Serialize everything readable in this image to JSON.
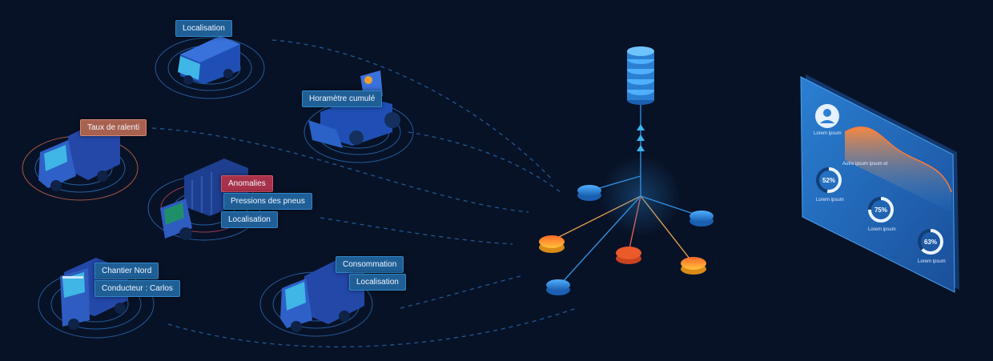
{
  "vehicles": [
    {
      "id": "van-top",
      "tags": [
        {
          "text": "Localisation",
          "color": "blue"
        }
      ]
    },
    {
      "id": "loader",
      "tags": [
        {
          "text": "Horamètre cumulé",
          "color": "blue"
        }
      ]
    },
    {
      "id": "box-truck-left",
      "tags": [
        {
          "text": "Taux de ralenti",
          "color": "orange"
        }
      ]
    },
    {
      "id": "dump-truck",
      "tags": [
        {
          "text": "Anomalies",
          "color": "red"
        },
        {
          "text": "Pressions des pneus",
          "color": "blue"
        },
        {
          "text": "Localisation",
          "color": "blue"
        }
      ]
    },
    {
      "id": "semi-truck",
      "tags": [
        {
          "text": "Chantier Nord",
          "color": "blue"
        },
        {
          "text": "Conducteur : Carlos",
          "color": "blue"
        }
      ]
    },
    {
      "id": "van-bottom",
      "tags": [
        {
          "text": "Consommation",
          "color": "blue"
        },
        {
          "text": "Localisation",
          "color": "blue"
        }
      ]
    }
  ],
  "dashboard": {
    "user_name": "Lorem ipsum",
    "chart_caption": "Autre ipsum ipsum et",
    "gauges": [
      {
        "value": "52%",
        "label": "Lorem ipsum",
        "fraction": 0.52
      },
      {
        "value": "75%",
        "label": "Lorem ipsum",
        "fraction": 0.75
      },
      {
        "value": "63%",
        "label": "Lorem ipsum",
        "fraction": 0.63
      }
    ]
  },
  "colors": {
    "background": "#081226",
    "node_blue": "#2a8ad8",
    "node_orange": "#f3a02a",
    "node_red": "#e4492f",
    "dashboard": "#1f6fc4"
  }
}
